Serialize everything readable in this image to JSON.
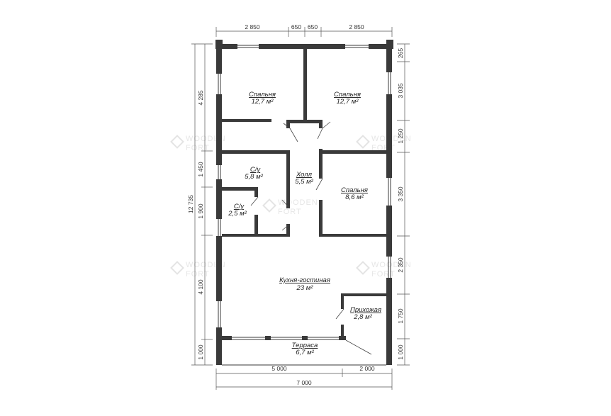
{
  "dimensions": {
    "top": [
      "2 850",
      "650",
      "650",
      "2 850"
    ],
    "bottom_segments": [
      "5 000",
      "2 000"
    ],
    "bottom_total": "7 000",
    "left_segments": [
      "4 285",
      "1 450",
      "1 900",
      "4 100",
      "1 000"
    ],
    "left_total": "12 735",
    "right_segments": [
      "265",
      "3 035",
      "1 250",
      "3 350",
      "2 350",
      "1 750",
      "1 000"
    ]
  },
  "rooms": [
    {
      "name": "Спальня",
      "area": "12,7 м²"
    },
    {
      "name": "Спальня",
      "area": "12,7 м²"
    },
    {
      "name": "С/у",
      "area": "5,8 м²"
    },
    {
      "name": "Холл",
      "area": "5,5 м²"
    },
    {
      "name": "Спальня",
      "area": "8,6 м²"
    },
    {
      "name": "С/у",
      "area": "2,5 м²"
    },
    {
      "name": "Кухня-гостиная",
      "area": "23 м²"
    },
    {
      "name": "Прихожая",
      "area": "2,8 м²"
    },
    {
      "name": "Терраса",
      "area": "6,7 м²"
    }
  ],
  "watermark": {
    "line1": "WOODEN",
    "line2": "FORT"
  }
}
